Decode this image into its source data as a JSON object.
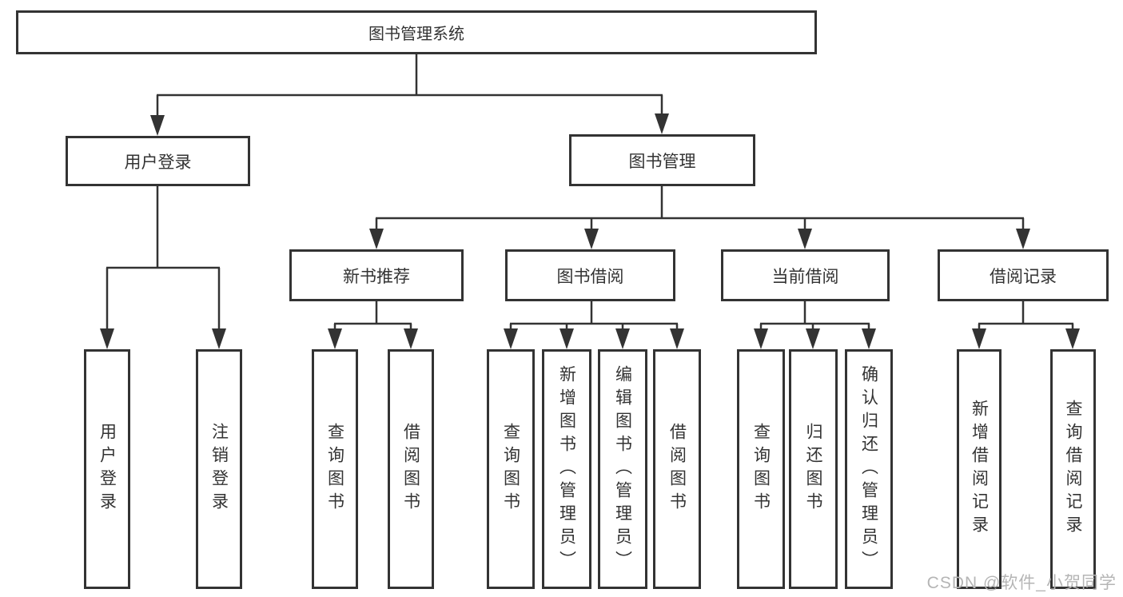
{
  "nodes": {
    "root": "图书管理系统",
    "level2": [
      "用户登录",
      "图书管理"
    ],
    "level3": [
      "新书推荐",
      "图书借阅",
      "当前借阅",
      "借阅记录"
    ],
    "leaves": [
      "用户登录",
      "注销登录",
      "查询图书",
      "借阅图书",
      "查询图书",
      "新增图书（管理员）",
      "编辑图书（管理员）",
      "借阅图书",
      "查询图书",
      "归还图书",
      "确认归还（管理员）",
      "新增借阅记录",
      "查询借阅记录"
    ]
  },
  "hierarchy": {
    "图书管理系统": [
      "用户登录",
      "图书管理"
    ],
    "用户登录": [
      "用户登录",
      "注销登录"
    ],
    "图书管理": [
      "新书推荐",
      "图书借阅",
      "当前借阅",
      "借阅记录"
    ],
    "新书推荐": [
      "查询图书",
      "借阅图书"
    ],
    "图书借阅": [
      "查询图书",
      "新增图书（管理员）",
      "编辑图书（管理员）",
      "借阅图书"
    ],
    "当前借阅": [
      "查询图书",
      "归还图书",
      "确认归还（管理员）"
    ],
    "借阅记录": [
      "新增借阅记录",
      "查询借阅记录"
    ]
  },
  "watermark": "CSDN @软件_小贺同学",
  "colors": {
    "line": "#333333",
    "box_border": "#333333",
    "text": "#333333",
    "watermark": "#b5b5b5",
    "background": "#ffffff"
  }
}
